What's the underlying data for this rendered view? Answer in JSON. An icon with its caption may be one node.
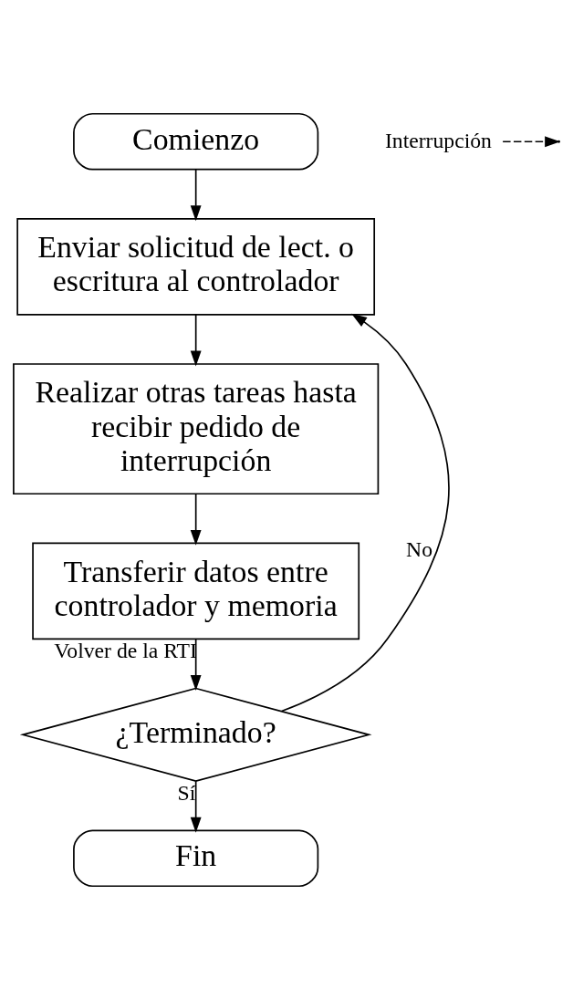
{
  "diagram": {
    "nodes": [
      {
        "text": [
          "Comienzo"
        ]
      },
      {
        "text": [
          "Enviar solicitud de lect. o escritura al controlador"
        ]
      },
      {
        "text": [
          "Realizar otras tareas hasta recibir pedido de interrupción"
        ]
      },
      {
        "text": [
          "Interrupción"
        ]
      },
      {
        "text": [
          "Transferir datos entre controlador y memoria"
        ]
      },
      {
        "text": [
          "¿Terminado?"
        ]
      },
      {
        "text": [
          "Fin"
        ]
      }
    ],
    "edges": [
      {
        "from": 0,
        "to": 1,
        "arrow": "to"
      },
      {
        "from": 1,
        "to": 2,
        "arrow": "to"
      },
      {
        "from": 2,
        "to": 4,
        "arrow": "to"
      },
      {
        "from": 3,
        "to": null,
        "arrow": "to",
        "style": "dashed"
      },
      {
        "from": 4,
        "to": 5,
        "arrow": "to",
        "label": "Volver de la RTI"
      },
      {
        "from": 5,
        "to": 1,
        "arrow": "to",
        "label": "No"
      },
      {
        "from": 5,
        "to": 6,
        "arrow": "to",
        "label": "Sí"
      }
    ]
  }
}
